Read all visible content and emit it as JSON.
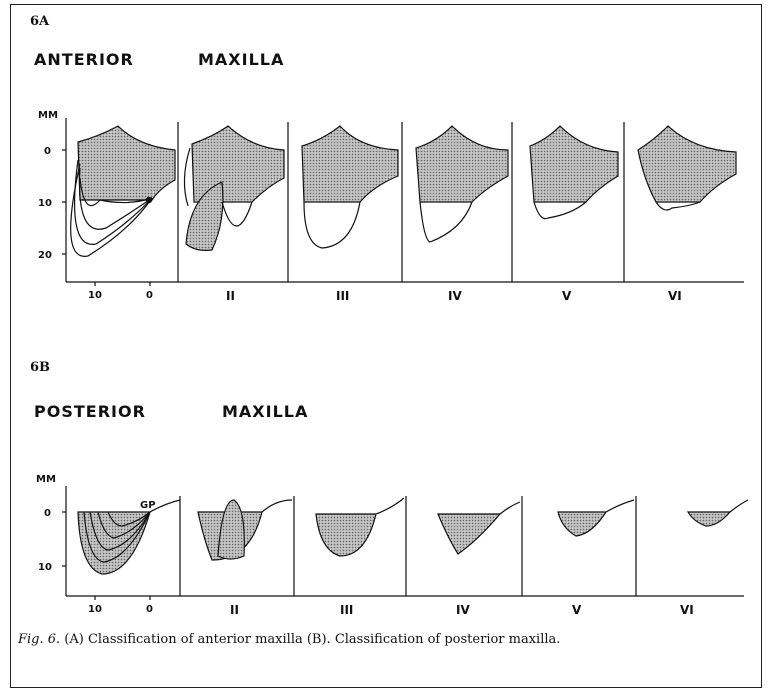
{
  "panel_a": {
    "id": "6A",
    "title_left": "ANTERIOR",
    "title_right": "MAXILLA",
    "unit": "MM",
    "y_ticks": [
      "0",
      "10",
      "20"
    ],
    "x_ticks": [
      "10",
      "0"
    ],
    "classes": [
      "II",
      "III",
      "IV",
      "V",
      "VI"
    ]
  },
  "panel_b": {
    "id": "6B",
    "title_left": "POSTERIOR",
    "title_right": "MAXILLA",
    "unit": "MM",
    "y_ticks": [
      "0",
      "10"
    ],
    "x_ticks": [
      "10",
      "0"
    ],
    "marker": "GP",
    "classes": [
      "II",
      "III",
      "IV",
      "V",
      "VI"
    ]
  },
  "caption": {
    "fig": "Fig. 6.",
    "text": " (A) Classification of anterior maxilla (B). Classification of posterior maxilla."
  },
  "colors": {
    "ink": "#111111",
    "shade": "#9a9a9a"
  }
}
